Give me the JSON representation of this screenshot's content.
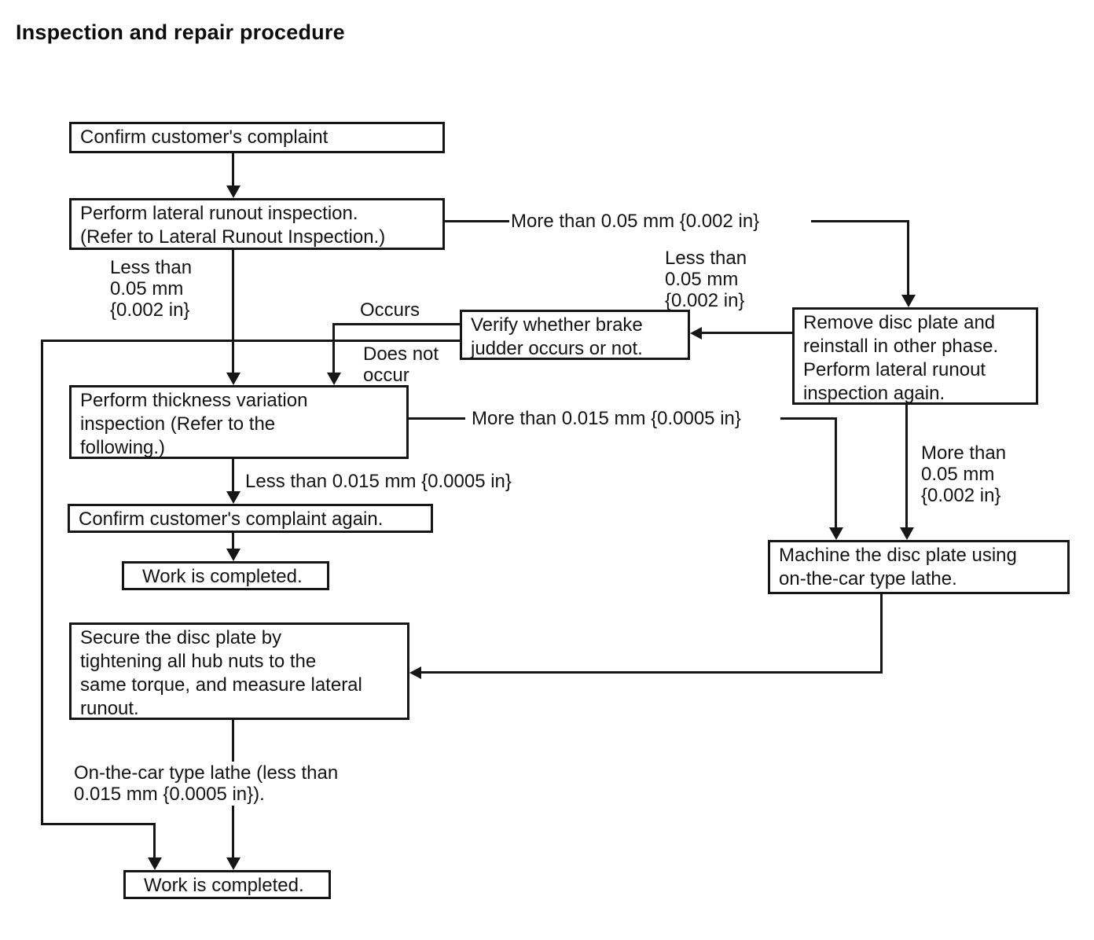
{
  "title": "Inspection and repair procedure",
  "nodes": {
    "confirm_complaint": {
      "lines": [
        "Confirm customer's complaint"
      ]
    },
    "lateral_runout": {
      "lines": [
        "Perform lateral runout inspection.",
        "(Refer to Lateral Runout Inspection.)"
      ]
    },
    "verify_judder": {
      "lines": [
        "Verify whether brake",
        "judder occurs or not."
      ]
    },
    "remove_disc": {
      "lines": [
        "Remove disc plate and",
        "reinstall in other phase.",
        "Perform lateral runout",
        "inspection again."
      ]
    },
    "thickness_variation": {
      "lines": [
        "Perform thickness variation",
        "inspection (Refer to the",
        "following.)"
      ]
    },
    "confirm_again": {
      "lines": [
        "Confirm customer's complaint again."
      ]
    },
    "work_completed_1": {
      "lines": [
        "Work is completed."
      ]
    },
    "machine_disc": {
      "lines": [
        "Machine the disc plate using",
        "on-the-car type lathe."
      ]
    },
    "secure_disc": {
      "lines": [
        "Secure the disc plate by",
        "tightening all hub nuts to the",
        "same torque, and measure lateral",
        "runout."
      ]
    },
    "work_completed_2": {
      "lines": [
        "Work is completed."
      ]
    }
  },
  "labels": {
    "less_005_left": {
      "lines": [
        "Less than",
        "0.05 mm",
        "{0.002 in}"
      ]
    },
    "more_005_top": {
      "lines": [
        "More than 0.05 mm {0.002 in}"
      ]
    },
    "occurs": {
      "lines": [
        "Occurs"
      ]
    },
    "does_not_occur": {
      "lines": [
        "Does not",
        "occur"
      ]
    },
    "less_005_right": {
      "lines": [
        "Less than",
        "0.05 mm",
        "{0.002 in}"
      ]
    },
    "more_0015": {
      "lines": [
        "More than 0.015 mm {0.0005 in}"
      ]
    },
    "less_0015": {
      "lines": [
        "Less than 0.015 mm {0.0005 in}"
      ]
    },
    "more_005_right": {
      "lines": [
        "More than",
        "0.05 mm",
        "{0.002 in}"
      ]
    },
    "on_the_car": {
      "lines": [
        "On-the-car type lathe (less than",
        "0.015 mm {0.0005 in})."
      ]
    }
  },
  "colors": {
    "ink": "#161616",
    "paper": "#ffffff"
  }
}
